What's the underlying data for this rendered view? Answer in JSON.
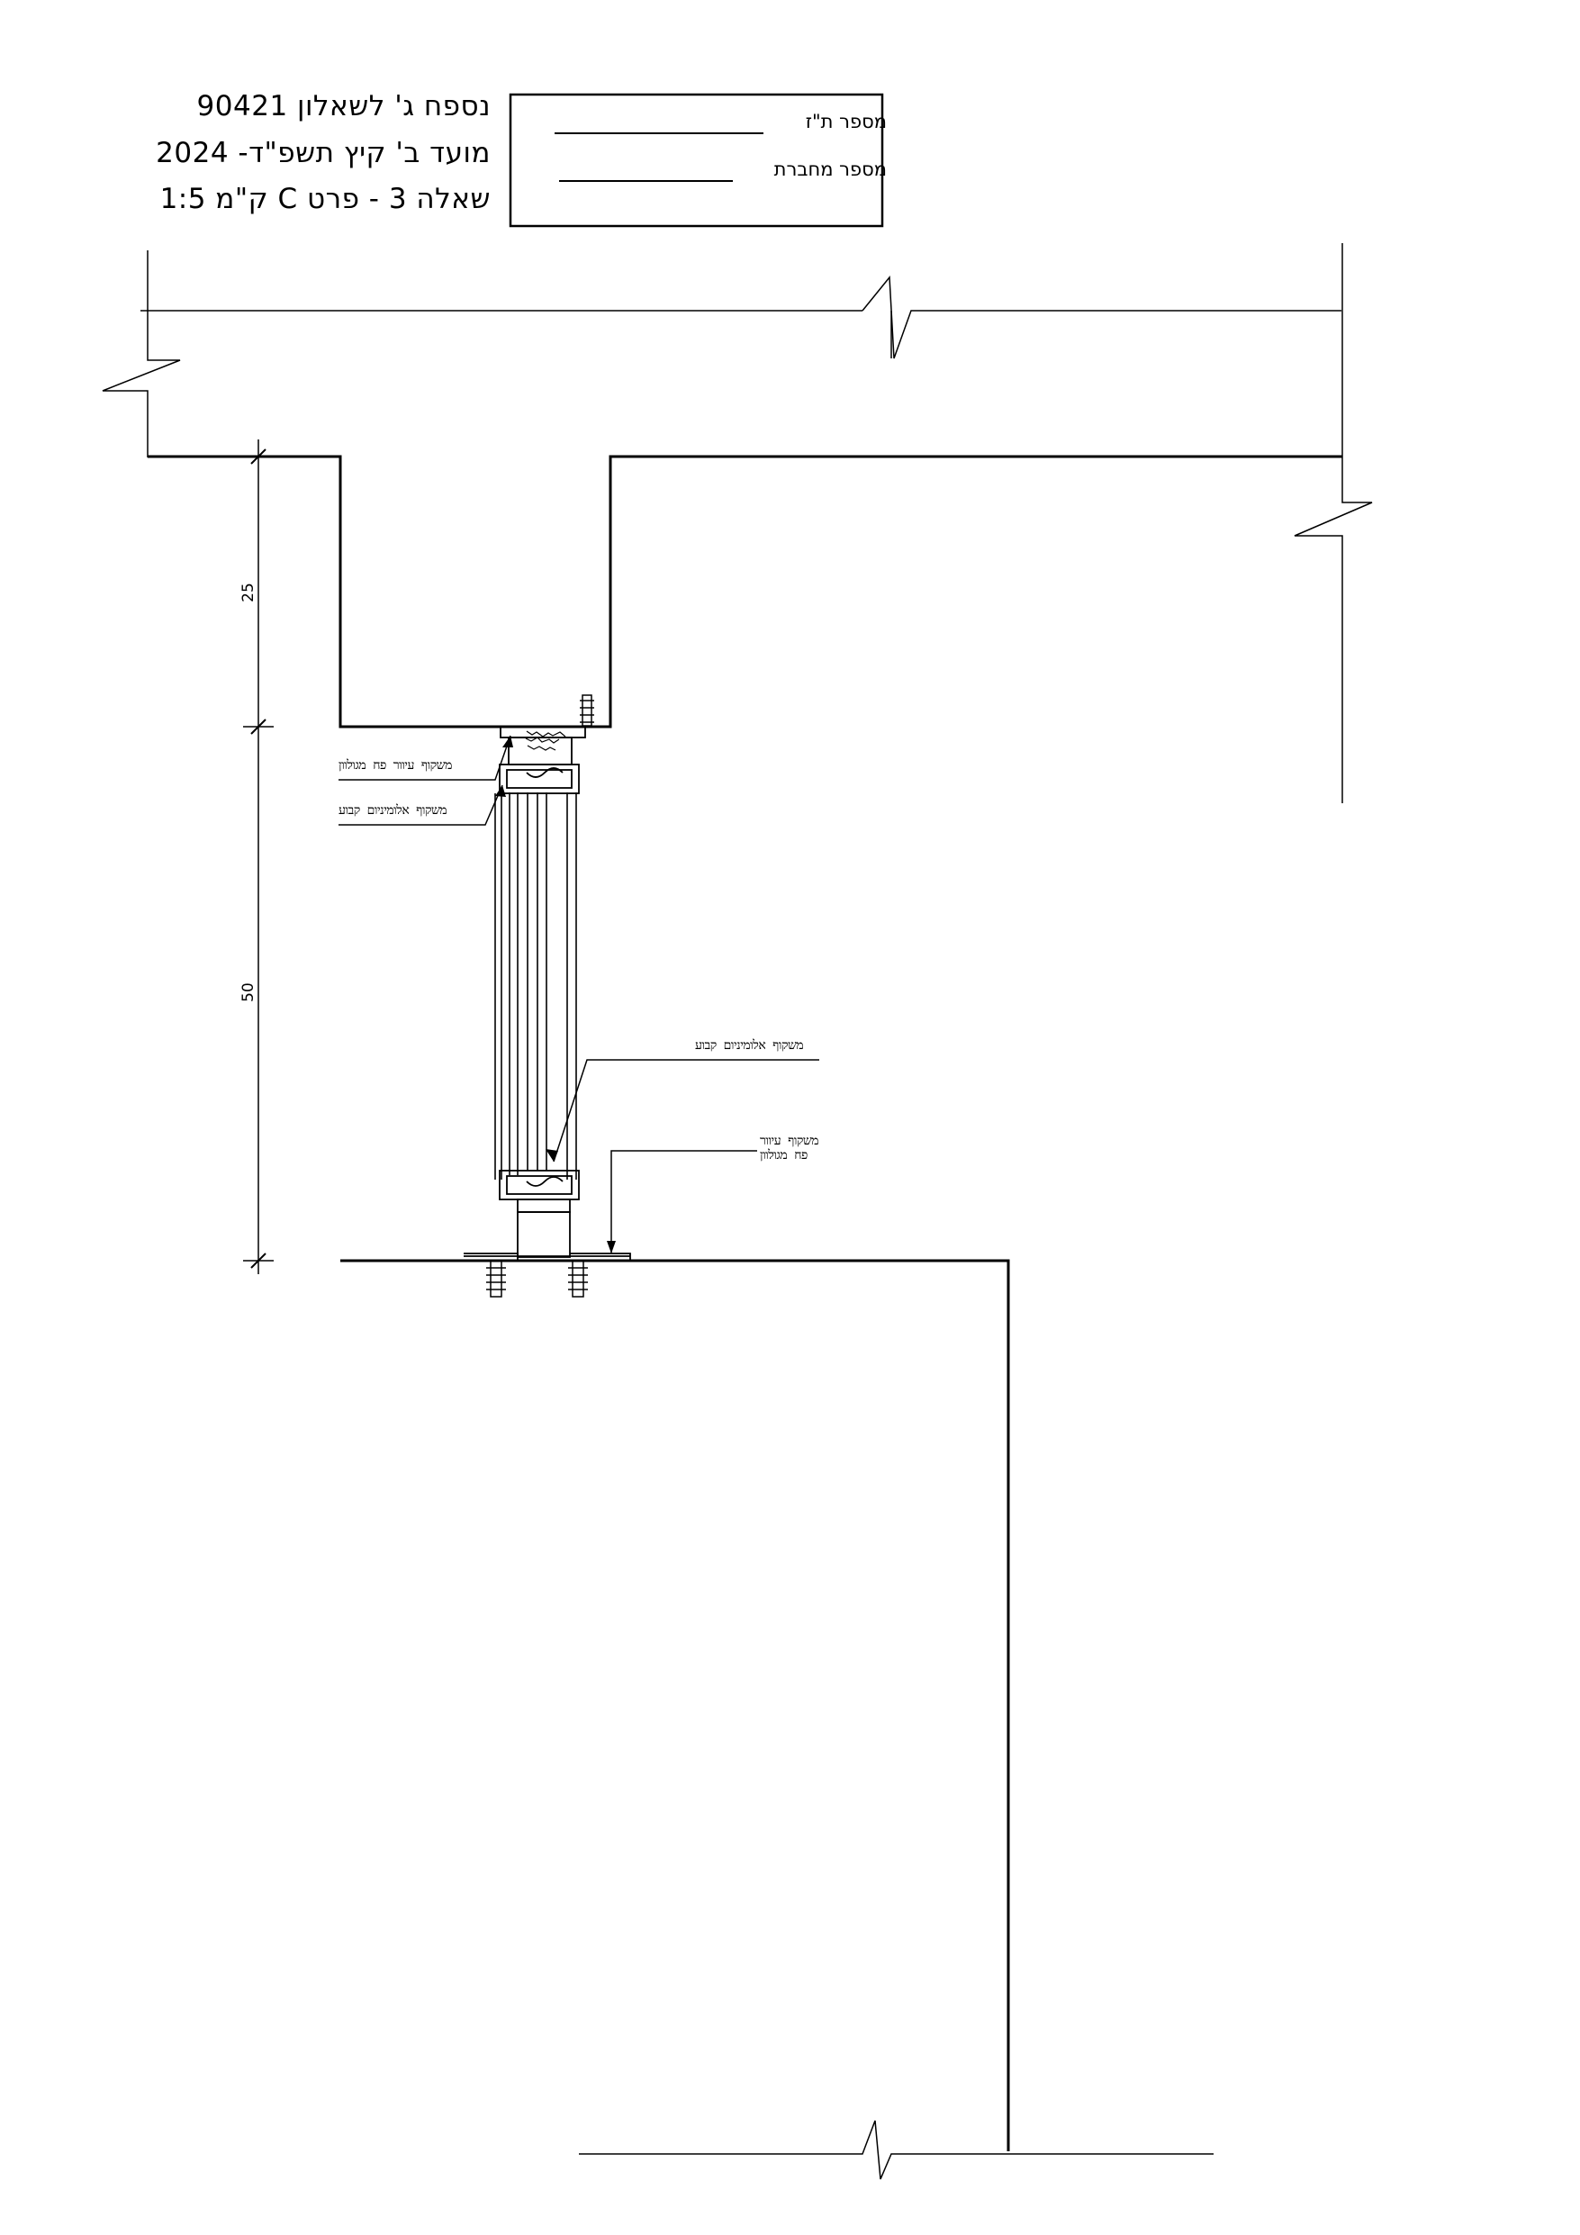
{
  "title_block": {
    "line1": "נספח ג' לשאלון 90421",
    "line2": "מועד ב' קיץ  תשפ\"ד- 2024",
    "line3": "שאלה 3  -  פרט C  ק\"מ 1:5"
  },
  "id_box": {
    "id_label": "מספר ת\"ז",
    "notebook_label": "מספר מחברת"
  },
  "annotations": {
    "top_frame": "משקוף עיוור פח מגולוון",
    "top_alu": "משקוף אלומיניום קבוע",
    "bottom_alu": "משקוף אלומיניום קבוע",
    "bottom_frame_line1": "משקוף עיוור",
    "bottom_frame_line2": "פח מגולוון"
  },
  "dimensions": {
    "upper": "25",
    "lower": "50"
  }
}
